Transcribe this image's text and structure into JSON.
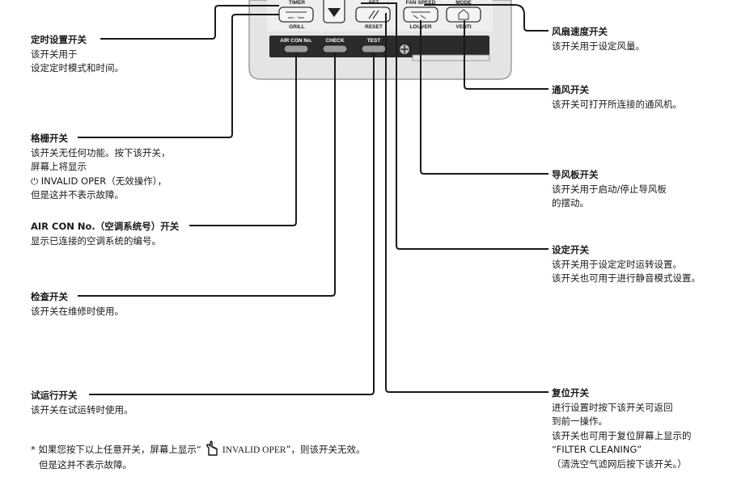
{
  "panel": {
    "timer": "TIMER",
    "grill": "GRILL",
    "set": "SET",
    "reset": "RESET",
    "fan_speed": "FAN SPEED",
    "louver": "LOUVER",
    "mode": "MODE",
    "venti": "VENTI",
    "air_con_no": "AIR CON No.",
    "check": "CHECK",
    "test": "TEST"
  },
  "left": [
    {
      "id": "timer-switch",
      "title": "定时设置开关",
      "lines": [
        "该开关用于",
        "设定定时模式和时间。"
      ]
    },
    {
      "id": "grill-switch",
      "title": "格栅开关",
      "lines": [
        "该开关无任何功能。按下该开关，",
        "屏幕上将显示",
        "⏻ INVALID OPER（无效操作），",
        "但是这并不表示故障。"
      ]
    },
    {
      "id": "air-con-no-switch",
      "title": "AIR CON No.（空调系统号）开关",
      "lines": [
        "显示已连接的空调系统的编号。"
      ]
    },
    {
      "id": "check-switch",
      "title": "检查开关",
      "lines": [
        "该开关在维修时使用。"
      ]
    },
    {
      "id": "test-switch",
      "title": "试运行开关",
      "lines": [
        "该开关在试运转时使用。"
      ]
    }
  ],
  "right": [
    {
      "id": "fan-speed-switch",
      "title": "风扇速度开关",
      "lines": [
        "该开关用于设定风量。"
      ]
    },
    {
      "id": "venti-switch",
      "title": "通风开关",
      "lines": [
        "该开关可打开所连接的通风机。"
      ]
    },
    {
      "id": "louver-switch",
      "title": "导风板开关",
      "lines": [
        "该开关用于启动/停止导风板",
        "的摆动。"
      ]
    },
    {
      "id": "set-switch",
      "title": "设定开关",
      "lines": [
        "该开关用于设定定时运转设置。",
        "该开关也可用于进行静音模式设置。"
      ]
    },
    {
      "id": "reset-switch",
      "title": "复位开关",
      "lines": [
        "进行设置时按下该开关可返回",
        "到前一操作。",
        "该开关也可用于复位屏幕上显示的",
        "“FILTER CLEANING”",
        "（清洗空气滤网后按下该开关。）"
      ]
    }
  ],
  "footnote": {
    "star": "*",
    "part1": "如果您按下以上任意开关，屏幕上显示“",
    "invalid": "INVALID OPER",
    "part2": "”，则该开关无效。",
    "line2": "但是这并不表示故障。"
  }
}
